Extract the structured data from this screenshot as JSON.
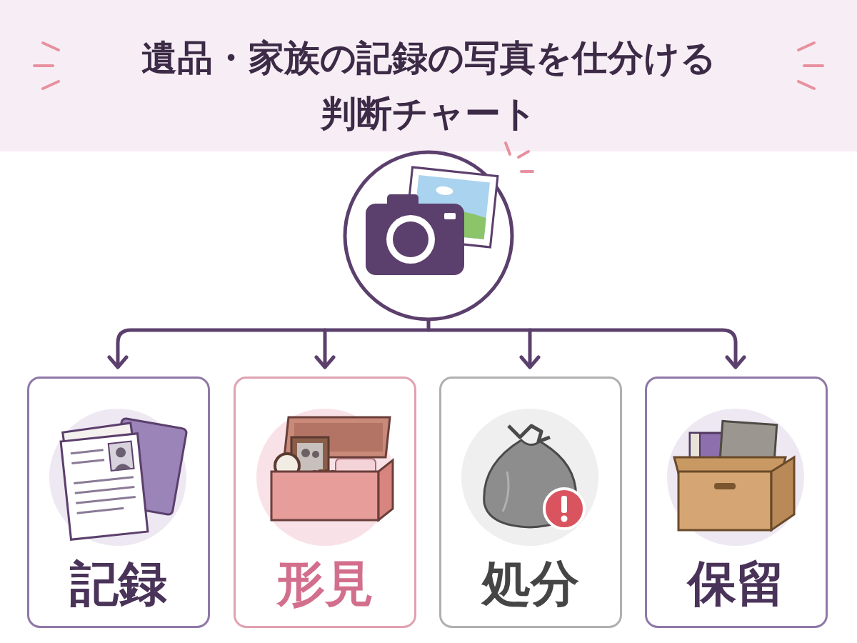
{
  "diagram": {
    "title": "遺品・家族の記録の写真を仕分ける 判断チャート",
    "nodes": [
      {
        "text": [
          "記録"
        ]
      },
      {
        "text": [
          "形見"
        ]
      },
      {
        "text": [
          "処分"
        ]
      },
      {
        "text": [
          "保留"
        ]
      }
    ]
  }
}
